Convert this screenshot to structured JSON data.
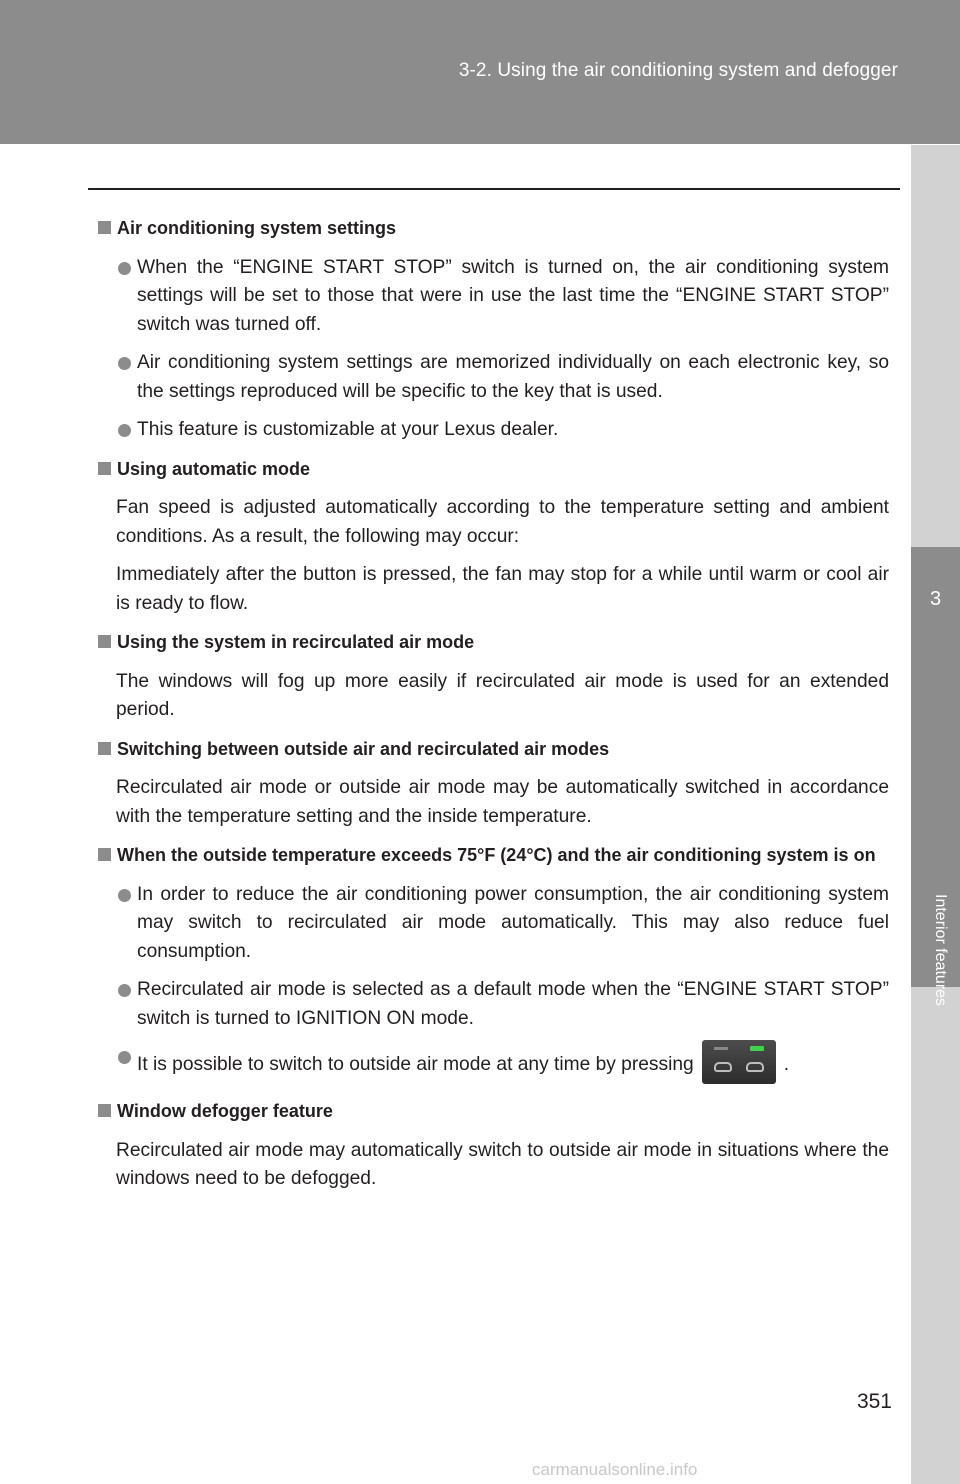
{
  "header": {
    "title": "3-2. Using the air conditioning system and defogger"
  },
  "side_tab": {
    "number": "3",
    "label": "Interior features"
  },
  "sections": {
    "s1": {
      "heading": "Air conditioning system settings",
      "b1": "When the “ENGINE START STOP” switch is turned on, the air conditioning system settings will be set to those that were in use the last time the “ENGINE START STOP” switch was turned off.",
      "b2": "Air conditioning system settings are memorized individually on each electronic key, so the settings reproduced will be specific to the key that is used.",
      "b3": "This feature is customizable at your Lexus dealer."
    },
    "s2": {
      "heading": "Using automatic mode",
      "p1": "Fan speed is adjusted automatically according to the temperature setting and ambient conditions. As a result, the following may occur:",
      "p2": "Immediately after the button is pressed, the fan may stop for a while until warm or cool air is ready to flow."
    },
    "s3": {
      "heading": "Using the system in recirculated air mode",
      "p1": "The windows will fog up more easily if recirculated air mode is used for an extended period."
    },
    "s4": {
      "heading": "Switching between outside air and recirculated air modes",
      "p1": "Recirculated air mode or outside air mode may be automatically switched in accordance with the temperature setting and the inside temperature."
    },
    "s5": {
      "heading": "When the outside temperature exceeds 75°F (24°C) and the air conditioning system is on",
      "b1": "In order to reduce the air conditioning power consumption, the air conditioning system may switch to recirculated air mode automatically. This may also reduce fuel consumption.",
      "b2": "Recirculated air mode is selected as a default mode when the “ENGINE START STOP” switch is turned to IGNITION ON mode.",
      "b3_before": "It is possible to switch to outside air mode at any time by pressing",
      "b3_after": ".",
      "b3_icon": "outside-air-switch-icon"
    },
    "s6": {
      "heading": "Window defogger feature",
      "p1": "Recirculated air mode may automatically switch to outside air mode in situations where the windows need to be defogged."
    }
  },
  "footer": {
    "page_number": "351",
    "watermark": "carmanualsonline.info"
  },
  "colors": {
    "header_band": "#8c8c8c",
    "tab_light": "#d2d2d2",
    "bullet": "#8c8c8c",
    "indicator_green": "#3fd24a"
  }
}
